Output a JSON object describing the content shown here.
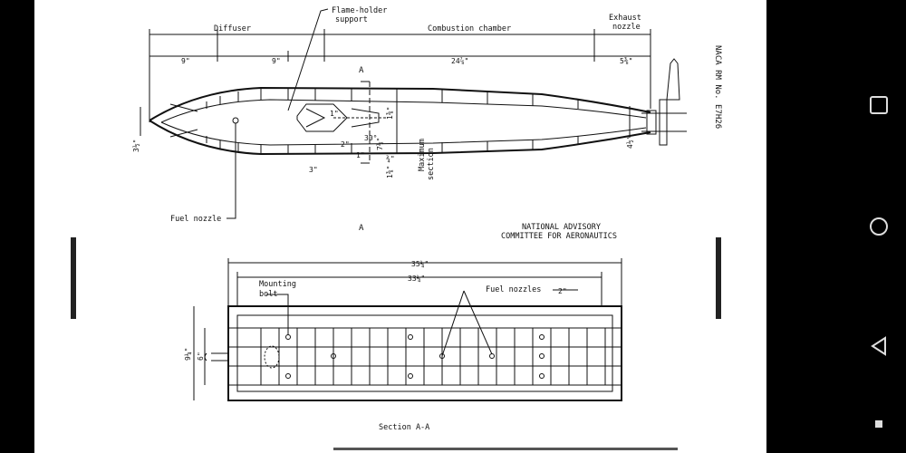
{
  "document": {
    "report_id": "NACA RM No. E7H26",
    "top_view": {
      "sections": {
        "diffuser": "Diffuser",
        "combustion": "Combustion chamber",
        "exhaust_line1": "Exhaust",
        "exhaust_line2": "nozzle"
      },
      "callouts": {
        "flameholder_line1": "Flame-holder",
        "flameholder_line2": "support",
        "fuel_nozzle": "Fuel nozzle"
      },
      "dims": {
        "d1": "9\"",
        "d2": "9\"",
        "d3": "24⅞\"",
        "d4": "5⅜\"",
        "left_h": "3½\"",
        "right_h": "4½\"",
        "c1": "1\"",
        "c2": "2\"",
        "c3": "1\"",
        "c4": "3\"",
        "ang_top": "30°",
        "max": "7½\"",
        "small_top": "1⅜\"",
        "small_bot": "1⅜\"",
        "mid": "¾\""
      },
      "section_mark": "A",
      "max_section_line1": "Maximum",
      "max_section_line2": "section"
    },
    "credit_line1": "NATIONAL ADVISORY",
    "credit_line2": "COMMITTEE FOR AERONAUTICS",
    "bottom_view": {
      "dims": {
        "total": "35¼\"",
        "inner": "33¼\"",
        "pitch": "2\"",
        "h_outer": "9¼\"",
        "h_inner": "6\""
      },
      "callouts": {
        "bolt_line1": "Mounting",
        "bolt_line2": "bolt",
        "fuel_nozzles": "Fuel nozzles"
      },
      "caption": "Section A-A"
    }
  },
  "navigation": {
    "recents": "square-icon",
    "home": "circle-icon",
    "back": "triangle-back-icon",
    "menu": "small-square-icon"
  }
}
